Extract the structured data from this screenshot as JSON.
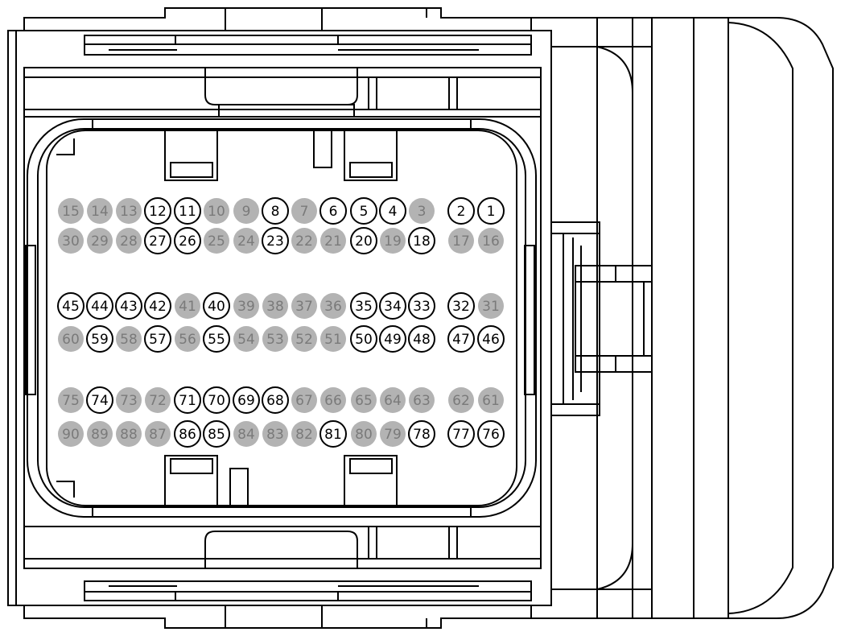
{
  "colors": {
    "line": "#000000",
    "background": "#ffffff",
    "used_pin_fill": "#ffffff",
    "used_pin_stroke": "#000000",
    "used_pin_text": "#000000",
    "unused_pin_fill": "#b3b3b3",
    "unused_pin_text": "#7a7a7a"
  },
  "pin_rows": [
    {
      "pins": [
        {
          "label": "15",
          "used": false
        },
        {
          "label": "14",
          "used": false
        },
        {
          "label": "13",
          "used": false
        },
        {
          "label": "12",
          "used": true
        },
        {
          "label": "11",
          "used": true
        },
        {
          "label": "10",
          "used": false
        },
        {
          "label": "9",
          "used": false
        },
        {
          "label": "8",
          "used": true
        },
        {
          "label": "7",
          "used": false
        },
        {
          "label": "6",
          "used": true
        },
        {
          "label": "5",
          "used": true
        },
        {
          "label": "4",
          "used": true
        },
        {
          "label": "3",
          "used": false
        },
        {
          "label": "2",
          "used": true
        },
        {
          "label": "1",
          "used": true
        }
      ]
    },
    {
      "pins": [
        {
          "label": "30",
          "used": false
        },
        {
          "label": "29",
          "used": false
        },
        {
          "label": "28",
          "used": false
        },
        {
          "label": "27",
          "used": true
        },
        {
          "label": "26",
          "used": true
        },
        {
          "label": "25",
          "used": false
        },
        {
          "label": "24",
          "used": false
        },
        {
          "label": "23",
          "used": true
        },
        {
          "label": "22",
          "used": false
        },
        {
          "label": "21",
          "used": false
        },
        {
          "label": "20",
          "used": true
        },
        {
          "label": "19",
          "used": false
        },
        {
          "label": "18",
          "used": true
        },
        {
          "label": "17",
          "used": false
        },
        {
          "label": "16",
          "used": false
        }
      ]
    },
    {
      "pins": [
        {
          "label": "45",
          "used": true
        },
        {
          "label": "44",
          "used": true
        },
        {
          "label": "43",
          "used": true
        },
        {
          "label": "42",
          "used": true
        },
        {
          "label": "41",
          "used": false
        },
        {
          "label": "40",
          "used": true
        },
        {
          "label": "39",
          "used": false
        },
        {
          "label": "38",
          "used": false
        },
        {
          "label": "37",
          "used": false
        },
        {
          "label": "36",
          "used": false
        },
        {
          "label": "35",
          "used": true
        },
        {
          "label": "34",
          "used": true
        },
        {
          "label": "33",
          "used": true
        },
        {
          "label": "32",
          "used": true
        },
        {
          "label": "31",
          "used": false
        }
      ]
    },
    {
      "pins": [
        {
          "label": "60",
          "used": false
        },
        {
          "label": "59",
          "used": true
        },
        {
          "label": "58",
          "used": false
        },
        {
          "label": "57",
          "used": true
        },
        {
          "label": "56",
          "used": false
        },
        {
          "label": "55",
          "used": true
        },
        {
          "label": "54",
          "used": false
        },
        {
          "label": "53",
          "used": false
        },
        {
          "label": "52",
          "used": false
        },
        {
          "label": "51",
          "used": false
        },
        {
          "label": "50",
          "used": true
        },
        {
          "label": "49",
          "used": true
        },
        {
          "label": "48",
          "used": true
        },
        {
          "label": "47",
          "used": true
        },
        {
          "label": "46",
          "used": true
        }
      ]
    },
    {
      "pins": [
        {
          "label": "75",
          "used": false
        },
        {
          "label": "74",
          "used": true
        },
        {
          "label": "73",
          "used": false
        },
        {
          "label": "72",
          "used": false
        },
        {
          "label": "71",
          "used": true
        },
        {
          "label": "70",
          "used": true
        },
        {
          "label": "69",
          "used": true
        },
        {
          "label": "68",
          "used": true
        },
        {
          "label": "67",
          "used": false
        },
        {
          "label": "66",
          "used": false
        },
        {
          "label": "65",
          "used": false
        },
        {
          "label": "64",
          "used": false
        },
        {
          "label": "63",
          "used": false
        },
        {
          "label": "62",
          "used": false
        },
        {
          "label": "61",
          "used": false
        }
      ]
    },
    {
      "pins": [
        {
          "label": "90",
          "used": false
        },
        {
          "label": "89",
          "used": false
        },
        {
          "label": "88",
          "used": false
        },
        {
          "label": "87",
          "used": false
        },
        {
          "label": "86",
          "used": true
        },
        {
          "label": "85",
          "used": true
        },
        {
          "label": "84",
          "used": false
        },
        {
          "label": "83",
          "used": false
        },
        {
          "label": "82",
          "used": false
        },
        {
          "label": "81",
          "used": true
        },
        {
          "label": "80",
          "used": false
        },
        {
          "label": "79",
          "used": false
        },
        {
          "label": "78",
          "used": true
        },
        {
          "label": "77",
          "used": true
        },
        {
          "label": "76",
          "used": true
        }
      ]
    }
  ]
}
